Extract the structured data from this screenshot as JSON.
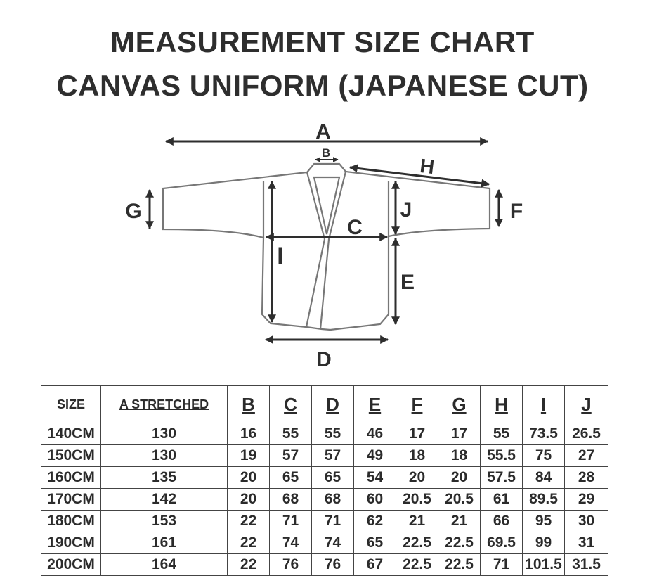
{
  "title_line1": "MEASUREMENT SIZE CHART",
  "title_line2": "CANVAS UNIFORM (JAPANESE CUT)",
  "diagram_labels": {
    "A": "A",
    "B": "B",
    "C": "C",
    "D": "D",
    "E": "E",
    "F": "F",
    "G": "G",
    "H": "H",
    "I": "I",
    "J": "J"
  },
  "table": {
    "headers": [
      "SIZE",
      "A STRETCHED",
      "B",
      "C",
      "D",
      "E",
      "F",
      "G",
      "H",
      "I",
      "J"
    ],
    "rows": [
      [
        "140CM",
        "130",
        "16",
        "55",
        "55",
        "46",
        "17",
        "17",
        "55",
        "73.5",
        "26.5"
      ],
      [
        "150CM",
        "130",
        "19",
        "57",
        "57",
        "49",
        "18",
        "18",
        "55.5",
        "75",
        "27"
      ],
      [
        "160CM",
        "135",
        "20",
        "65",
        "65",
        "54",
        "20",
        "20",
        "57.5",
        "84",
        "28"
      ],
      [
        "170CM",
        "142",
        "20",
        "68",
        "68",
        "60",
        "20.5",
        "20.5",
        "61",
        "89.5",
        "29"
      ],
      [
        "180CM",
        "153",
        "22",
        "71",
        "71",
        "62",
        "21",
        "21",
        "66",
        "95",
        "30"
      ],
      [
        "190CM",
        "161",
        "22",
        "74",
        "74",
        "65",
        "22.5",
        "22.5",
        "69.5",
        "99",
        "31"
      ],
      [
        "200CM",
        "164",
        "22",
        "76",
        "76",
        "67",
        "22.5",
        "22.5",
        "71",
        "101.5",
        "31.5"
      ]
    ]
  }
}
